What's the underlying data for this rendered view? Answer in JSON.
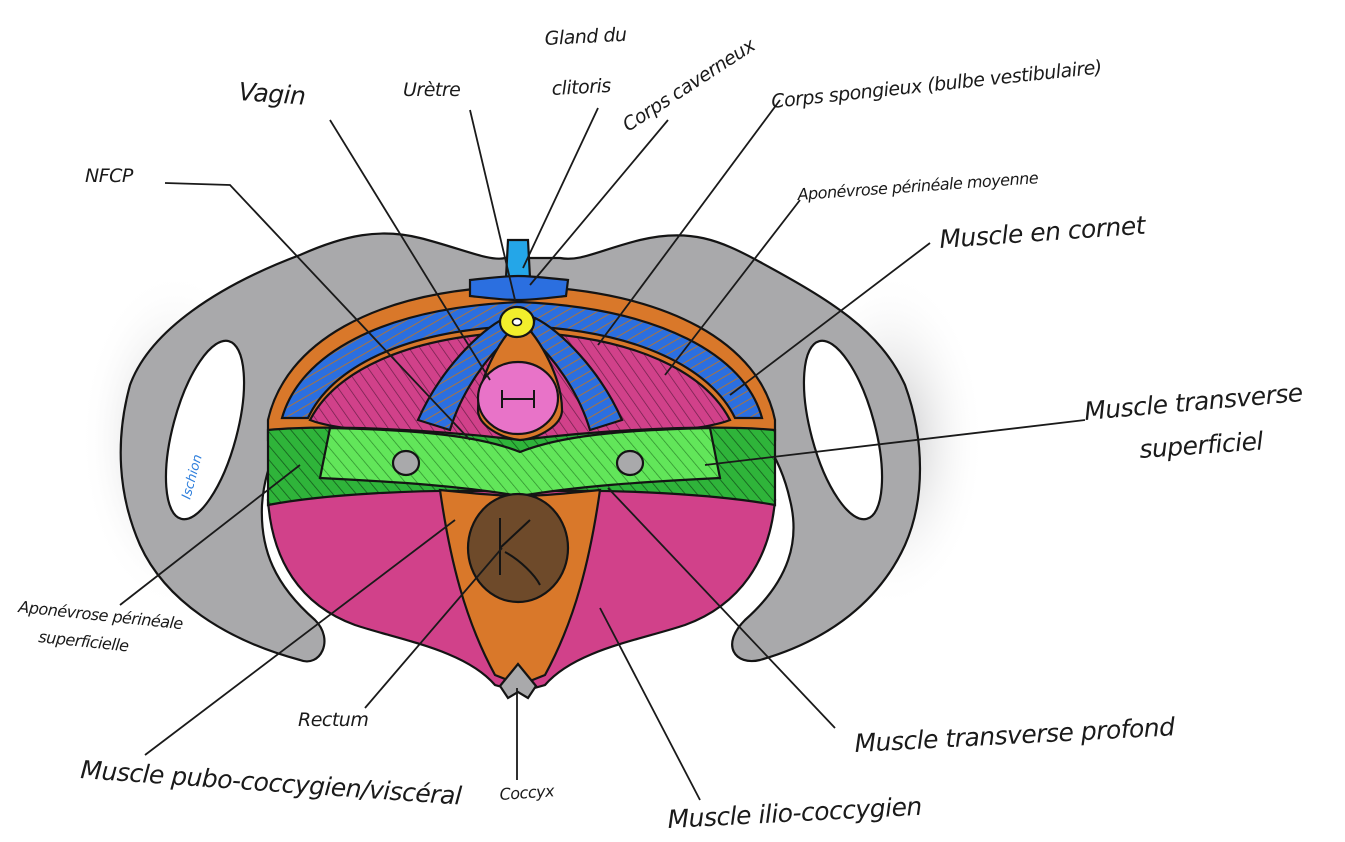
{
  "labels": {
    "gland_clitoris_1": "Gland du",
    "gland_clitoris_2": "clitoris",
    "uretre": "Urètre",
    "vagin": "Vagin",
    "corps_caverneux": "Corps caverneux",
    "corps_spongieux": "Corps spongieux (bulbe vestibulaire)",
    "nfcp": "NFCP",
    "aponevrose_moyenne": "Aponévrose périnéale moyenne",
    "muscle_cornet": "Muscle en cornet",
    "transverse_sup_1": "Muscle transverse",
    "transverse_sup_2": "superficiel",
    "aponevrose_sup_1": "Aponévrose périnéale",
    "aponevrose_sup_2": "superficielle",
    "rectum": "Rectum",
    "pubo_coccygien": "Muscle pubo-coccygien/viscéral",
    "coccyx": "Coccyx",
    "ilio_coccygien": "Muscle ilio-coccygien",
    "transverse_profond": "Muscle transverse profond",
    "ischion": "Ischion"
  },
  "colors": {
    "bone": "#a9a9ab",
    "bone_shadow": "#c9c9cb",
    "levator": "#d1418a",
    "orange": "#d9782a",
    "blue": "#2b6fe0",
    "green_dark": "#2fb43a",
    "green_light": "#62e65a",
    "rectum": "#6e4a2a",
    "urethra": "#f2ee2c",
    "vagina": "#e873c8",
    "clitoris": "#24a6e8"
  }
}
